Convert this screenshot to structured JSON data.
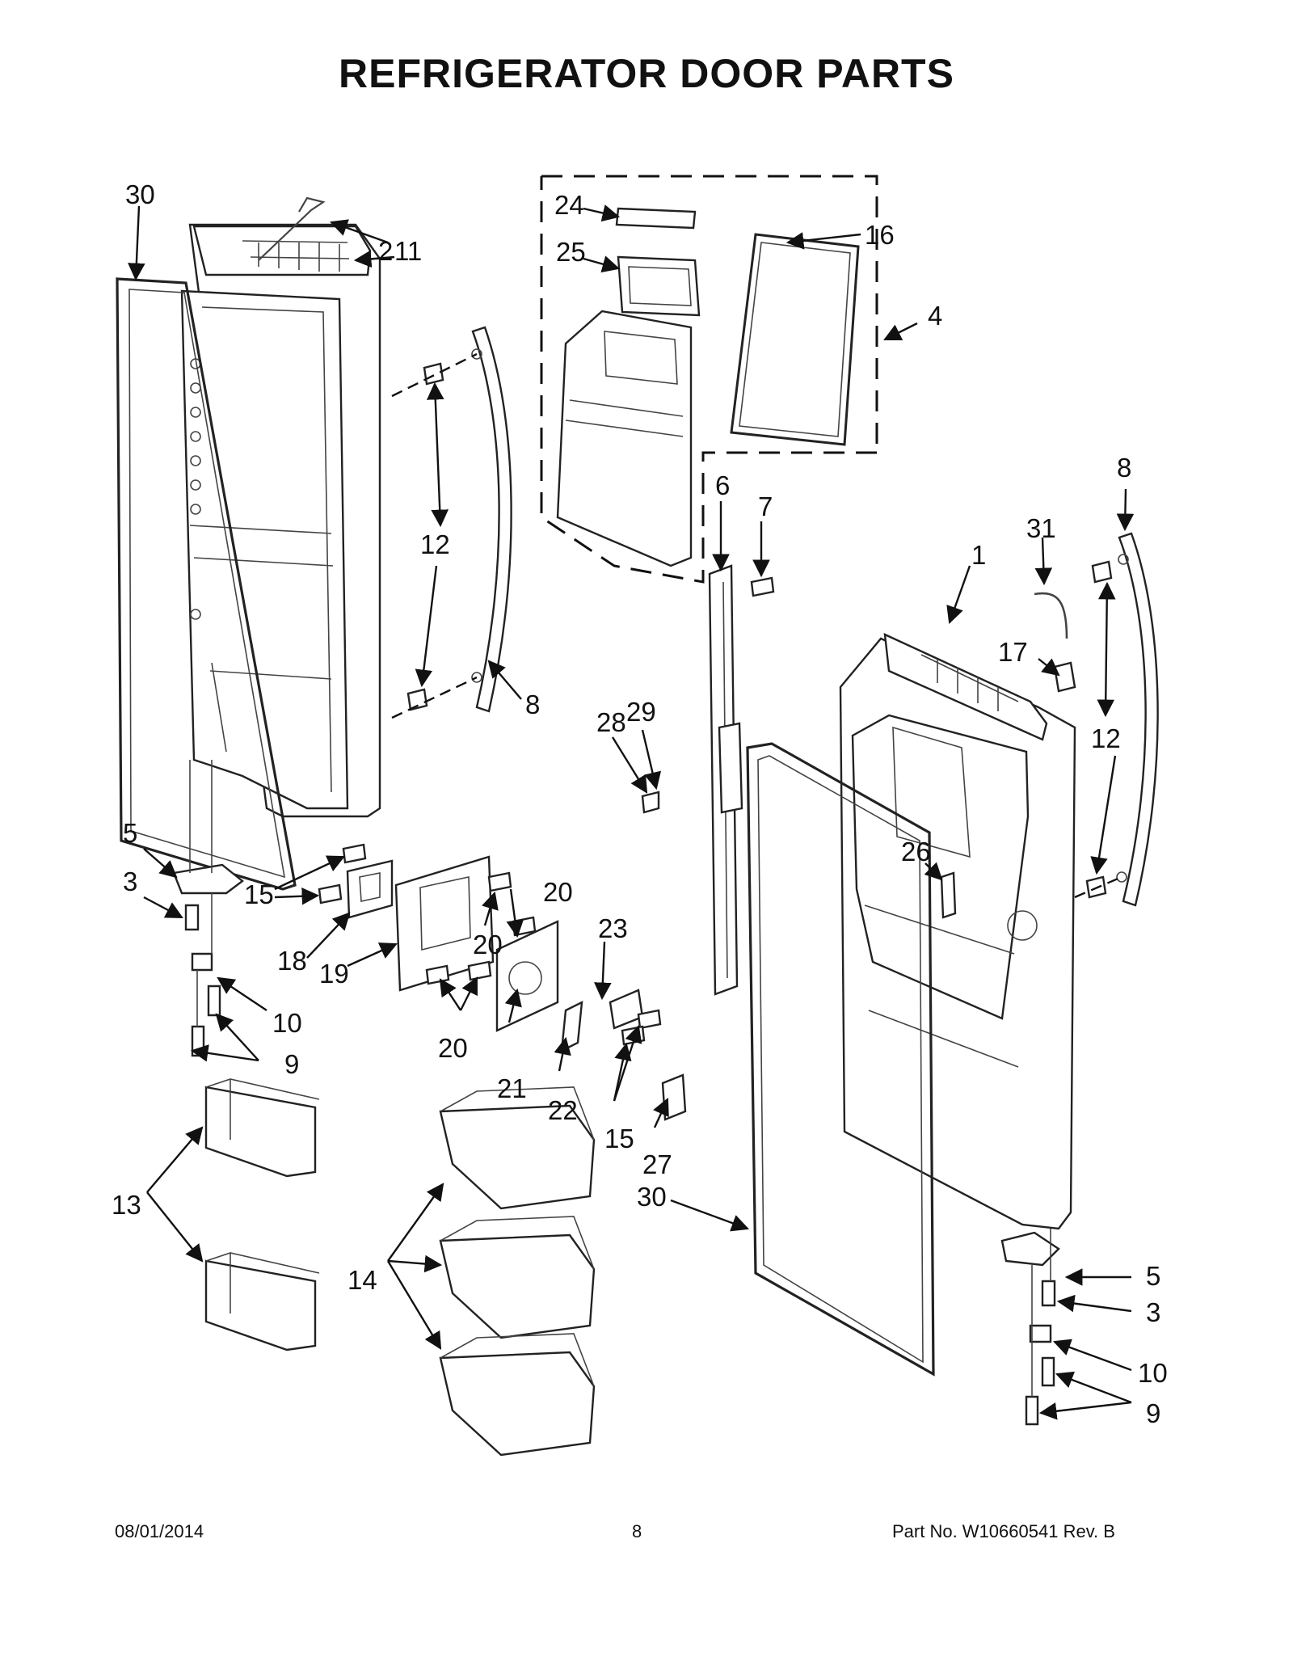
{
  "title": "REFRIGERATOR DOOR PARTS",
  "footer": {
    "date": "08/01/2014",
    "page": "8",
    "part_number": "Part No.  W10660541  Rev.  B"
  },
  "callouts": {
    "c30a": "30",
    "c11": "11",
    "c2": "2",
    "c12a": "12",
    "c8a": "8",
    "c5a": "5",
    "c3a": "3",
    "c15a": "15",
    "c18": "18",
    "c19": "19",
    "c10a": "10",
    "c9a": "9",
    "c13": "13",
    "c14": "14",
    "c20a": "20",
    "c20b": "20",
    "c20c": "20",
    "c21": "21",
    "c22": "22",
    "c23": "23",
    "c15b": "15",
    "c27": "27",
    "c28": "28",
    "c29": "29",
    "c24": "24",
    "c25": "25",
    "c16": "16",
    "c4": "4",
    "c6": "6",
    "c7": "7",
    "c1": "1",
    "c31": "31",
    "c17": "17",
    "c8b": "8",
    "c12b": "12",
    "c26": "26",
    "c30b": "30",
    "c5b": "5",
    "c3b": "3",
    "c10b": "10",
    "c9b": "9"
  }
}
